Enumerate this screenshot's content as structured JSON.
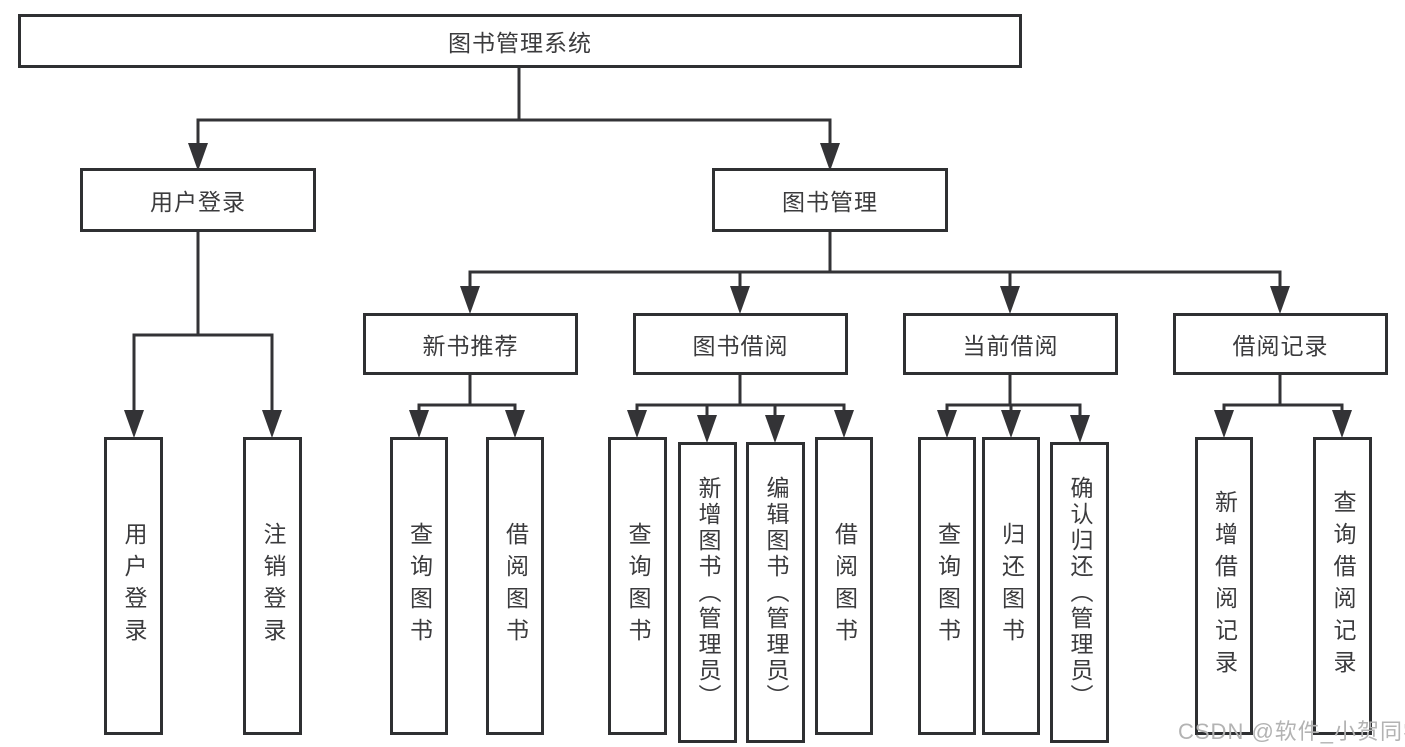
{
  "diagram": {
    "root": {
      "label": "图书管理系统"
    },
    "level2": [
      {
        "label": "用户登录"
      },
      {
        "label": "图书管理"
      }
    ],
    "level3": [
      {
        "label": "新书推荐"
      },
      {
        "label": "图书借阅"
      },
      {
        "label": "当前借阅"
      },
      {
        "label": "借阅记录"
      }
    ],
    "leaves": {
      "user_login": [
        "用户登录",
        "注销登录"
      ],
      "new_book": [
        "查询图书",
        "借阅图书"
      ],
      "book_borrow": [
        "查询图书",
        "新增图书（管理员）",
        "编辑图书（管理员）",
        "借阅图书"
      ],
      "current_borrow": [
        "查询图书",
        "归还图书",
        "确认归还（管理员）"
      ],
      "borrow_record": [
        "新增借阅记录",
        "查询借阅记录"
      ]
    }
  },
  "watermark": {
    "text": "CSDN @软件_小贺同学"
  },
  "colors": {
    "line": "#333336",
    "border": "#2f3032",
    "text": "#3b3b3d",
    "watermark": "#b3b3b3",
    "background": "#ffffff"
  }
}
